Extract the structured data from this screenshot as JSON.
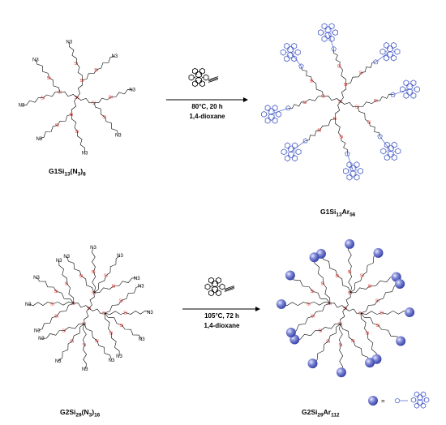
{
  "colors": {
    "bond": "#000000",
    "silicon": "#e0201b",
    "aryl": "#4a5fc8",
    "sphere": "#3a45a8"
  },
  "reaction1": {
    "conditions": {
      "line1": "80°C, 20 h",
      "line2": "1,4-dioxane"
    },
    "reactant": {
      "base": "G1Si",
      "sub1": "13",
      "mid": "(N",
      "sub2": "3",
      "end": ")",
      "sub3": "8"
    },
    "product": {
      "base": "G1Si",
      "sub1": "13",
      "mid": "Ar",
      "sub2": "56"
    }
  },
  "reaction2": {
    "conditions": {
      "line1": "105°C, 72 h",
      "line2": "1,4-dioxane"
    },
    "reactant": {
      "base": "G2Si",
      "sub1": "29",
      "mid": "(N",
      "sub2": "3",
      "end": ")",
      "sub3": "16"
    },
    "product": {
      "base": "G2Si",
      "sub1": "29",
      "mid": "Ar",
      "sub2": "112"
    }
  },
  "atoms": {
    "azide": "N3",
    "silicon": "Si"
  },
  "legend": {
    "equals": "="
  }
}
